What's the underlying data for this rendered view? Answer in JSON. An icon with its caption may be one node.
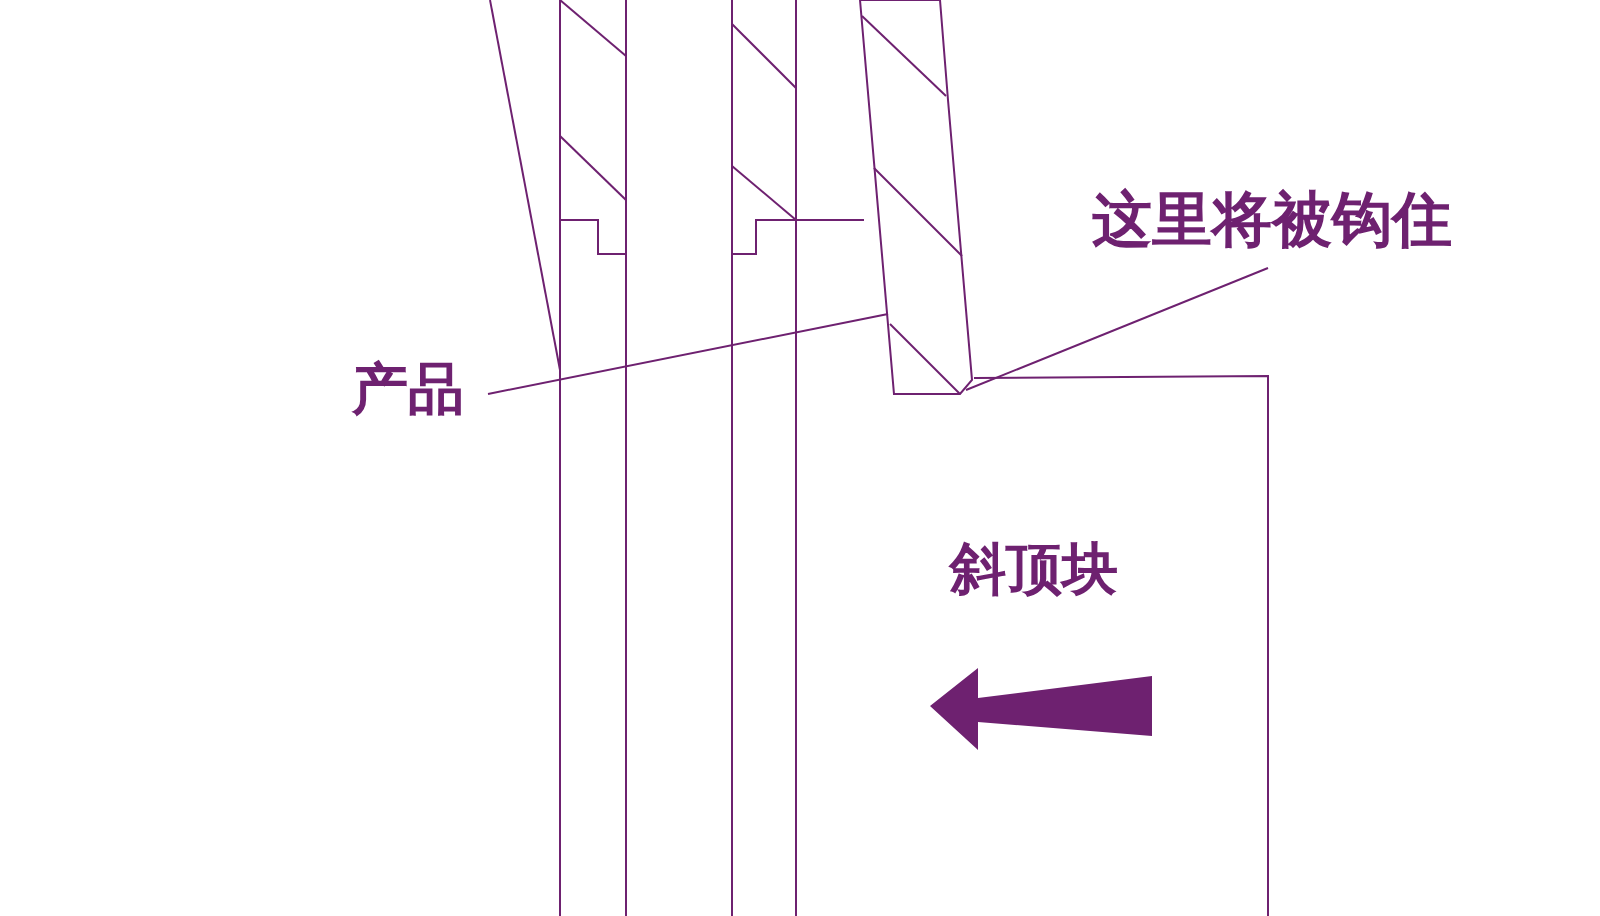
{
  "diagram": {
    "nodes": [
      {
        "text": [
          "产品"
        ]
      },
      {
        "text": [],
        "shape": "picture"
      },
      {
        "text": [
          "这里将被钩住"
        ]
      },
      {
        "text": [
          "斜顶块"
        ]
      }
    ],
    "edges": [
      {
        "from": 0,
        "to": 1,
        "arrow": "none"
      },
      {
        "from": 2,
        "to": 1,
        "arrow": "none"
      }
    ]
  }
}
